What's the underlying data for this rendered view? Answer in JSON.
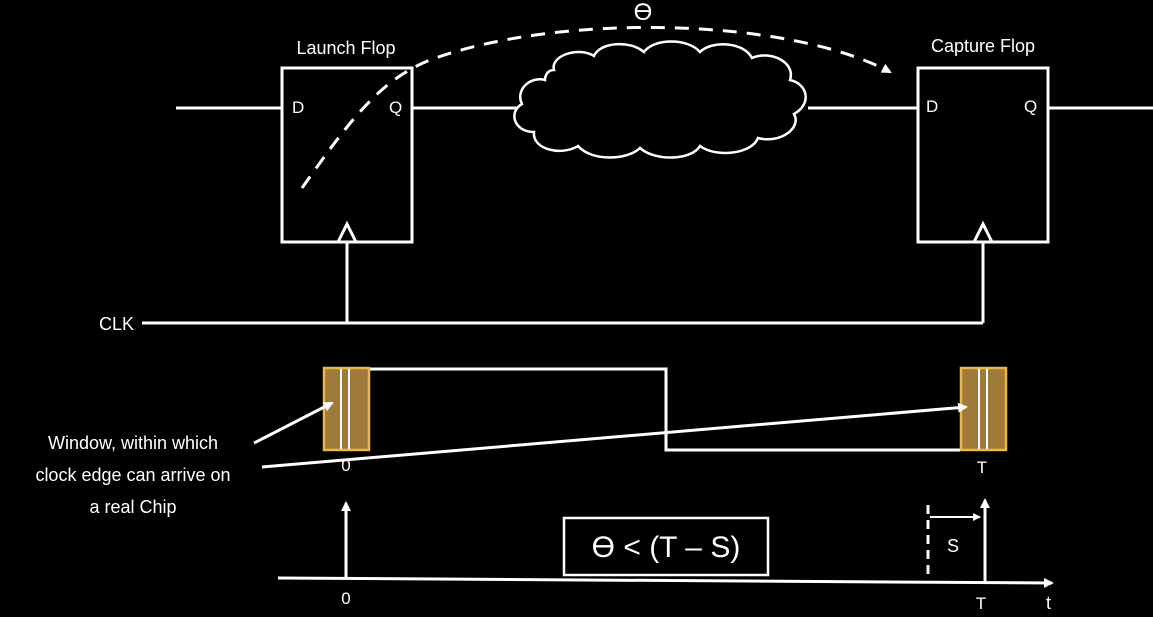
{
  "diagram": {
    "launch_flop": {
      "title": "Launch Flop",
      "d_pin": "D",
      "q_pin": "Q"
    },
    "capture_flop": {
      "title": "Capture Flop",
      "d_pin": "D",
      "q_pin": "Q"
    },
    "path_delay_symbol": "ϴ",
    "clock_label": "CLK",
    "window_note": [
      "Window, within which",
      "clock edge can arrive on",
      "a real Chip"
    ],
    "waveform": {
      "label_zero": "0",
      "label_T": "T"
    },
    "timeline": {
      "label_zero": "0",
      "label_T": "T",
      "axis_label": "t",
      "setup_label": "S",
      "equation": "ϴ < (T – S)"
    },
    "colors": {
      "background": "#000000",
      "line": "#ffffff",
      "window_fill": "#a07a3a",
      "window_border": "#e8b84a"
    }
  }
}
